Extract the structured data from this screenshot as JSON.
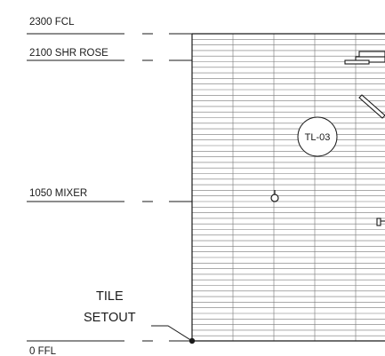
{
  "levels": {
    "fcl": "2300 FCL",
    "shower_rose": "2100 SHR ROSE",
    "mixer": "1050 MIXER",
    "ffl": "0 FFL"
  },
  "tile_setout": {
    "line1": "TILE",
    "line2": "SETOUT"
  },
  "tile_tag": "TL-03",
  "colors": {
    "ink": "#1a1a1a",
    "tile_line": "#777777",
    "background": "#ffffff"
  }
}
